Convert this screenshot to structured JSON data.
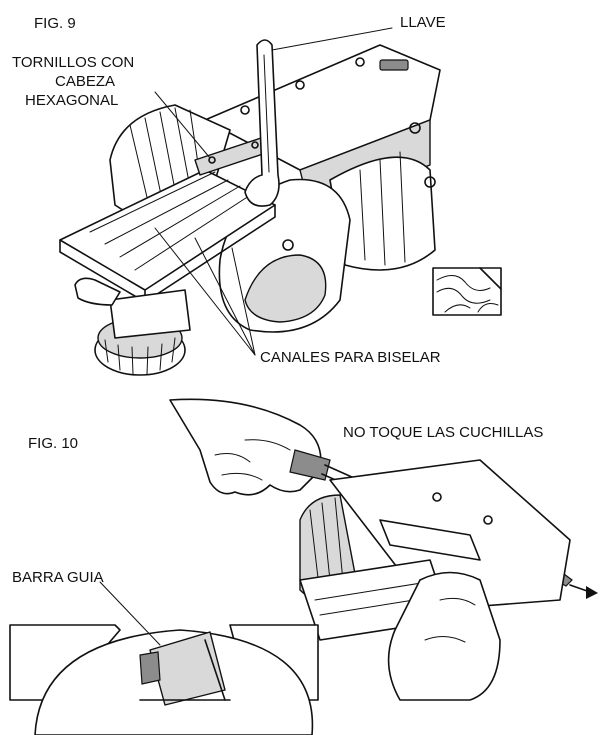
{
  "fig9": {
    "title": "FIG. 9",
    "label_wrench": "LLAVE",
    "label_screws_line1": "TORNILLOS CON",
    "label_screws_line2": "CABEZA",
    "label_screws_line3": "HEXAGONAL",
    "label_grooves": "CANALES PARA BISELAR"
  },
  "fig10": {
    "title": "FIG. 10",
    "label_warning": "NO TOQUE LAS CUCHILLAS",
    "label_guide_bar": "BARRA GUIA"
  }
}
